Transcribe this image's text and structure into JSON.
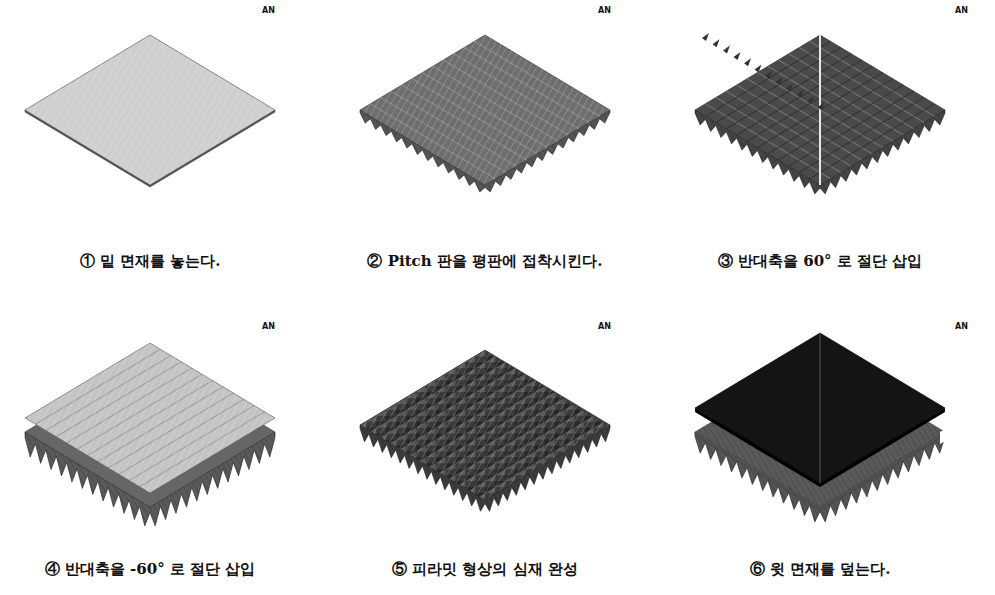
{
  "diagram": {
    "labels": [
      "AN",
      "AN",
      "AN",
      "① 밑 면재를 놓는다.",
      "② Pitch 판을 평판에 접착시킨다.",
      "③ 반대축을 60° 로 절단 삽입",
      "AN",
      "AN",
      "AN",
      "④ 반대축을 -60° 로 절단 삽입",
      "⑤ 피라밋 형상의 심재 완성",
      "⑥ 윗 면재를 덮는다."
    ]
  }
}
